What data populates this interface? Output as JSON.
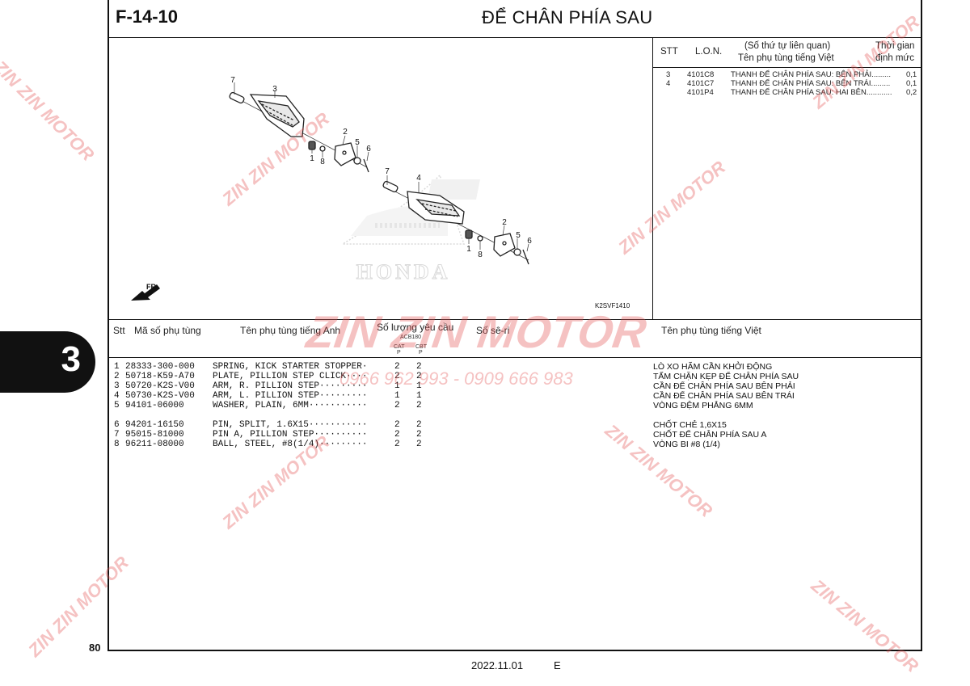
{
  "page": {
    "code": "F-14-10",
    "title": "ĐỂ CHÂN PHÍA SAU",
    "page_number": "80",
    "footer_date": "2022.11.01",
    "footer_edition": "E",
    "section_tab": "3"
  },
  "info_table": {
    "headers": {
      "stt": "STT",
      "lon": "L.O.N.",
      "ref_line1": "(Số thứ tự liên quan)",
      "ref_line2": "Tên phụ tùng tiếng Việt",
      "time_line1": "Thời gian",
      "time_line2": "định mức"
    },
    "rows": [
      {
        "stt": "3",
        "lon": "4101C8",
        "name": "THANH ĐỂ CHÂN PHÍA SAU: BÊN PHẢI.........",
        "time": "0,1"
      },
      {
        "stt": "4",
        "lon": "4101C7",
        "name": "THANH ĐỂ CHÂN PHÍA SAU: BÊN TRÁI.........",
        "time": "0,1"
      },
      {
        "stt": "",
        "lon": "4101P4",
        "name": "THANH ĐỂ CHÂN PHÍA SAU: HAI BÊN............",
        "time": "0,2"
      }
    ]
  },
  "diagram": {
    "ref_code": "K2SVF1410",
    "fr_label": "FR.",
    "logo_text": "HONDA",
    "callouts": [
      "7",
      "3",
      "2",
      "1",
      "8",
      "5",
      "6",
      "7",
      "4",
      "2",
      "1",
      "8",
      "5",
      "6"
    ]
  },
  "parts_table": {
    "headers": {
      "stt": "Stt",
      "part_no": "Mã số phụ tùng",
      "name_en": "Tên phụ tùng tiếng Anh",
      "qty": "Số lượng yêu cầu",
      "qty_model": "ACB180",
      "qty_cat": "CAT",
      "qty_cbt": "CBT",
      "qty_p": "P",
      "serial": "Số sê-ri",
      "name_vn": "Tên phụ tùng tiếng Việt"
    },
    "rows": [
      {
        "stt": "1",
        "part_no": "28333-300-000",
        "name_en": "SPRING, KICK STARTER STOPPER·",
        "cat": "2",
        "cbt": "2",
        "name_vn": "LÒ XO HÃM CẦN KHỞI ĐỘNG"
      },
      {
        "stt": "2",
        "part_no": "50718-K59-A70",
        "name_en": "PLATE, PILLION STEP CLICK····",
        "cat": "2",
        "cbt": "2",
        "name_vn": "TẤM CHẶN KẸP ĐỂ CHÂN PHÍA SAU"
      },
      {
        "stt": "3",
        "part_no": "50720-K2S-V00",
        "name_en": "ARM, R. PILLION STEP·········",
        "cat": "1",
        "cbt": "1",
        "name_vn": "CẦN ĐỂ CHÂN PHÍA SAU BÊN PHẢI"
      },
      {
        "stt": "4",
        "part_no": "50730-K2S-V00",
        "name_en": "ARM, L. PILLION STEP·········",
        "cat": "1",
        "cbt": "1",
        "name_vn": "CẦN ĐỂ CHÂN PHÍA SAU BÊN TRÁI"
      },
      {
        "stt": "5",
        "part_no": "94101-06000",
        "name_en": "WASHER, PLAIN, 6MM···········",
        "cat": "2",
        "cbt": "2",
        "name_vn": "VÒNG ĐỆM PHẲNG 6MM"
      },
      {
        "stt": "6",
        "part_no": "94201-16150",
        "name_en": "PIN, SPLIT, 1.6X15···········",
        "cat": "2",
        "cbt": "2",
        "name_vn": "CHỐT CHẺ 1,6X15"
      },
      {
        "stt": "7",
        "part_no": "95015-81000",
        "name_en": "PIN A, PILLION STEP··········",
        "cat": "2",
        "cbt": "2",
        "name_vn": "CHỐT ĐỂ CHÂN PHÍA SAU A"
      },
      {
        "stt": "8",
        "part_no": "96211-08000",
        "name_en": "BALL, STEEL, #8(1/4)·········",
        "cat": "2",
        "cbt": "2",
        "name_vn": "VÒNG BI  #8 (1/4)"
      }
    ]
  },
  "watermark": {
    "brand": "ZIN ZIN MOTOR",
    "phones": "0966 962 993 - 0909 666 983"
  }
}
